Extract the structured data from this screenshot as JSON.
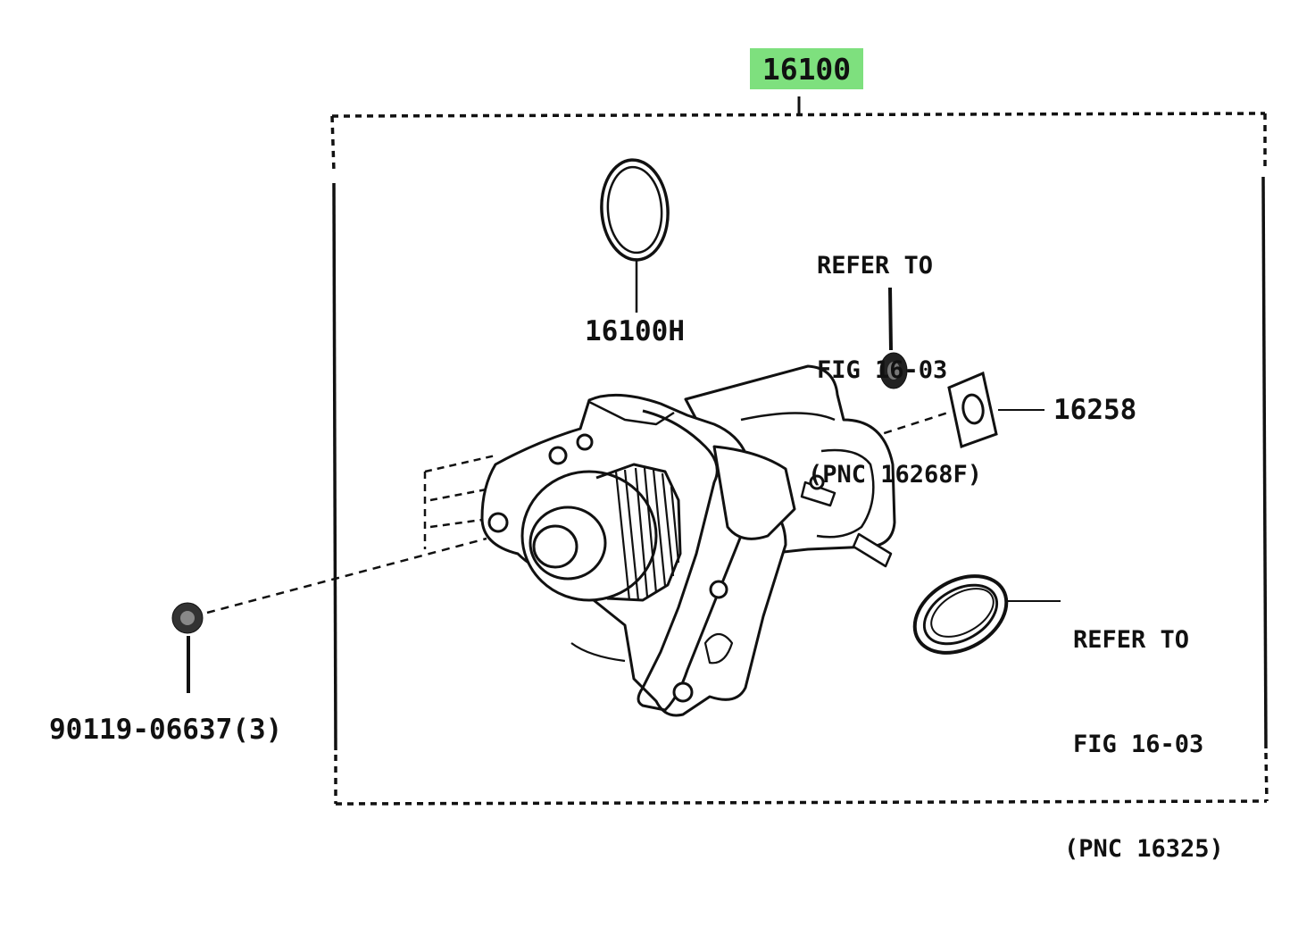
{
  "diagram": {
    "assembly_part_number": "16100",
    "highlight_color": "#7ee07e",
    "parts": [
      {
        "id": "o-ring",
        "part_number": "16100H"
      },
      {
        "id": "gasket",
        "part_number": "16258"
      },
      {
        "id": "nut",
        "part_number": "90119-06637(3)"
      }
    ],
    "notes": [
      {
        "id": "plug-reference",
        "lines": [
          "REFER TO",
          "FIG 16-03",
          "(PNC 16268F)"
        ]
      },
      {
        "id": "seal-reference",
        "lines": [
          "REFER TO",
          "FIG 16-03",
          "(PNC 16325)"
        ]
      }
    ]
  }
}
